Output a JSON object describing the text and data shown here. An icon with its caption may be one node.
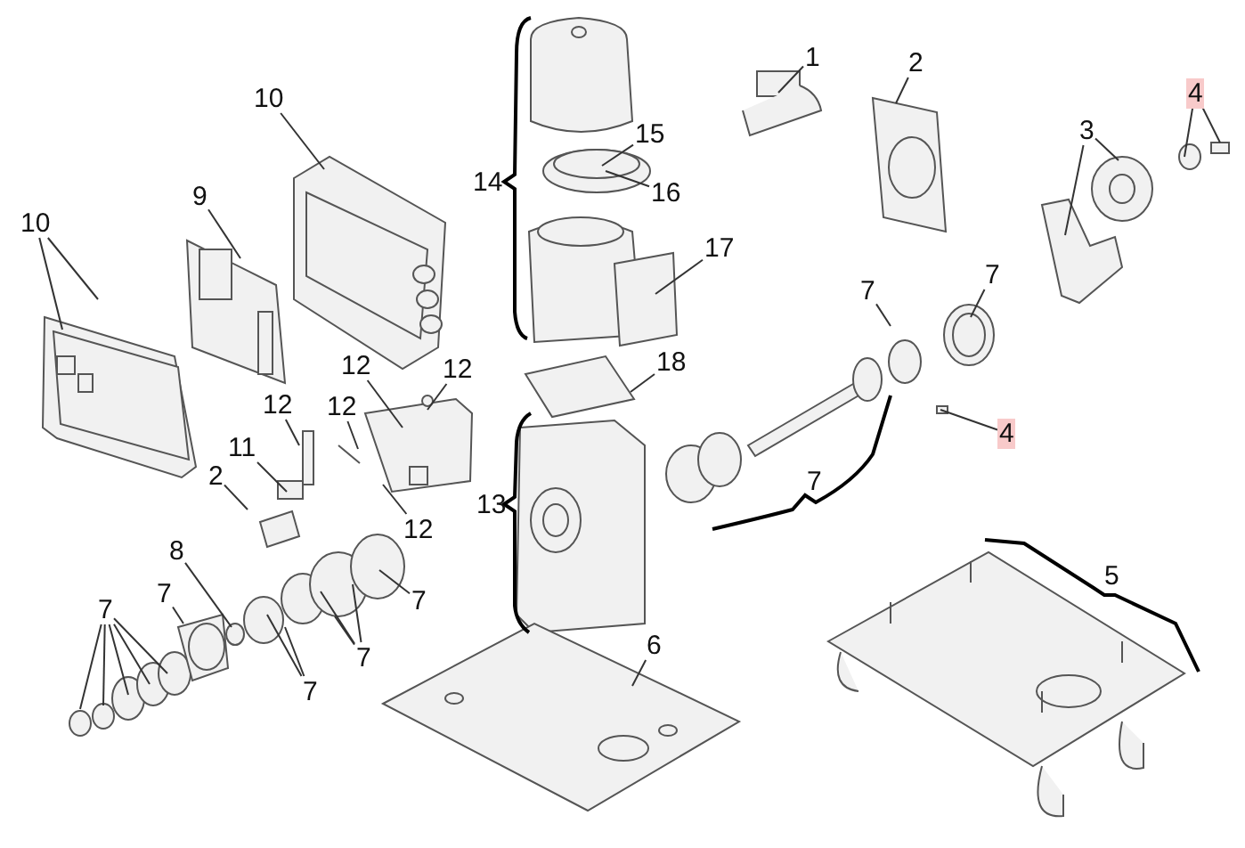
{
  "diagram": {
    "nodes": [
      {
        "text": [
          "10"
        ]
      },
      {
        "text": [
          "1"
        ]
      },
      {
        "text": [
          "2"
        ]
      },
      {
        "text": [
          "4"
        ]
      },
      {
        "text": [
          "3"
        ]
      },
      {
        "text": [
          "15"
        ]
      },
      {
        "text": [
          "16"
        ]
      },
      {
        "text": [
          "9"
        ]
      },
      {
        "text": [
          "10"
        ]
      },
      {
        "text": [
          "17"
        ]
      },
      {
        "text": [
          "7"
        ]
      },
      {
        "text": [
          "7"
        ]
      },
      {
        "text": [
          "18"
        ]
      },
      {
        "text": [
          "12"
        ]
      },
      {
        "text": [
          "12"
        ]
      },
      {
        "text": [
          "12"
        ]
      },
      {
        "text": [
          "12"
        ]
      },
      {
        "text": [
          "4"
        ]
      },
      {
        "text": [
          "11"
        ]
      },
      {
        "text": [
          "2"
        ]
      },
      {
        "text": [
          "12"
        ]
      },
      {
        "text": [
          "8"
        ]
      },
      {
        "text": [
          "7"
        ]
      },
      {
        "text": [
          "7"
        ]
      },
      {
        "text": [
          "7"
        ]
      },
      {
        "text": [
          "7"
        ]
      },
      {
        "text": [
          "6"
        ]
      },
      {
        "text": [
          "7"
        ]
      }
    ],
    "edges": [
      {
        "from": 0,
        "to": null,
        "arrow": "none"
      },
      {
        "from": 1,
        "to": null,
        "arrow": "none"
      },
      {
        "from": 2,
        "to": null,
        "arrow": "none"
      },
      {
        "from": 3,
        "to": null,
        "arrow": "none"
      },
      {
        "from": 3,
        "to": null,
        "arrow": "none"
      },
      {
        "from": 4,
        "to": null,
        "arrow": "none"
      },
      {
        "from": 4,
        "to": null,
        "arrow": "none"
      },
      {
        "from": 5,
        "to": null,
        "arrow": "none"
      },
      {
        "from": 6,
        "to": null,
        "arrow": "none"
      },
      {
        "from": 7,
        "to": null,
        "arrow": "none"
      },
      {
        "from": 8,
        "to": null,
        "arrow": "none"
      },
      {
        "from": 8,
        "to": null,
        "arrow": "none"
      },
      {
        "from": 9,
        "to": null,
        "arrow": "none"
      },
      {
        "from": 10,
        "to": null,
        "arrow": "none"
      },
      {
        "from": 11,
        "to": null,
        "arrow": "none"
      },
      {
        "from": 12,
        "to": null,
        "arrow": "none"
      },
      {
        "from": 13,
        "to": null,
        "arrow": "none"
      },
      {
        "from": 14,
        "to": null,
        "arrow": "none"
      },
      {
        "from": 15,
        "to": null,
        "arrow": "none"
      },
      {
        "from": 16,
        "to": null,
        "arrow": "none"
      },
      {
        "from": 17,
        "to": null,
        "arrow": "none"
      },
      {
        "from": 18,
        "to": null,
        "arrow": "none"
      },
      {
        "from": 19,
        "to": null,
        "arrow": "none"
      },
      {
        "from": 20,
        "to": null,
        "arrow": "none"
      },
      {
        "from": 21,
        "to": null,
        "arrow": "none"
      },
      {
        "from": 22,
        "to": null,
        "arrow": "none"
      },
      {
        "from": 23,
        "to": null,
        "arrow": "none"
      },
      {
        "from": 24,
        "to": null,
        "arrow": "none"
      },
      {
        "from": 24,
        "to": null,
        "arrow": "none"
      },
      {
        "from": 24,
        "to": null,
        "arrow": "none"
      },
      {
        "from": 24,
        "to": null,
        "arrow": "none"
      },
      {
        "from": 24,
        "to": null,
        "arrow": "none"
      },
      {
        "from": 25,
        "to": null,
        "arrow": "none"
      },
      {
        "from": 25,
        "to": null,
        "arrow": "none"
      },
      {
        "from": 25,
        "to": null,
        "arrow": "none"
      },
      {
        "from": 26,
        "to": null,
        "arrow": "none"
      },
      {
        "from": 27,
        "to": null,
        "arrow": "none"
      },
      {
        "from": 27,
        "to": null,
        "arrow": "none"
      }
    ],
    "labels": [
      "14",
      "7",
      "13",
      "5"
    ]
  }
}
